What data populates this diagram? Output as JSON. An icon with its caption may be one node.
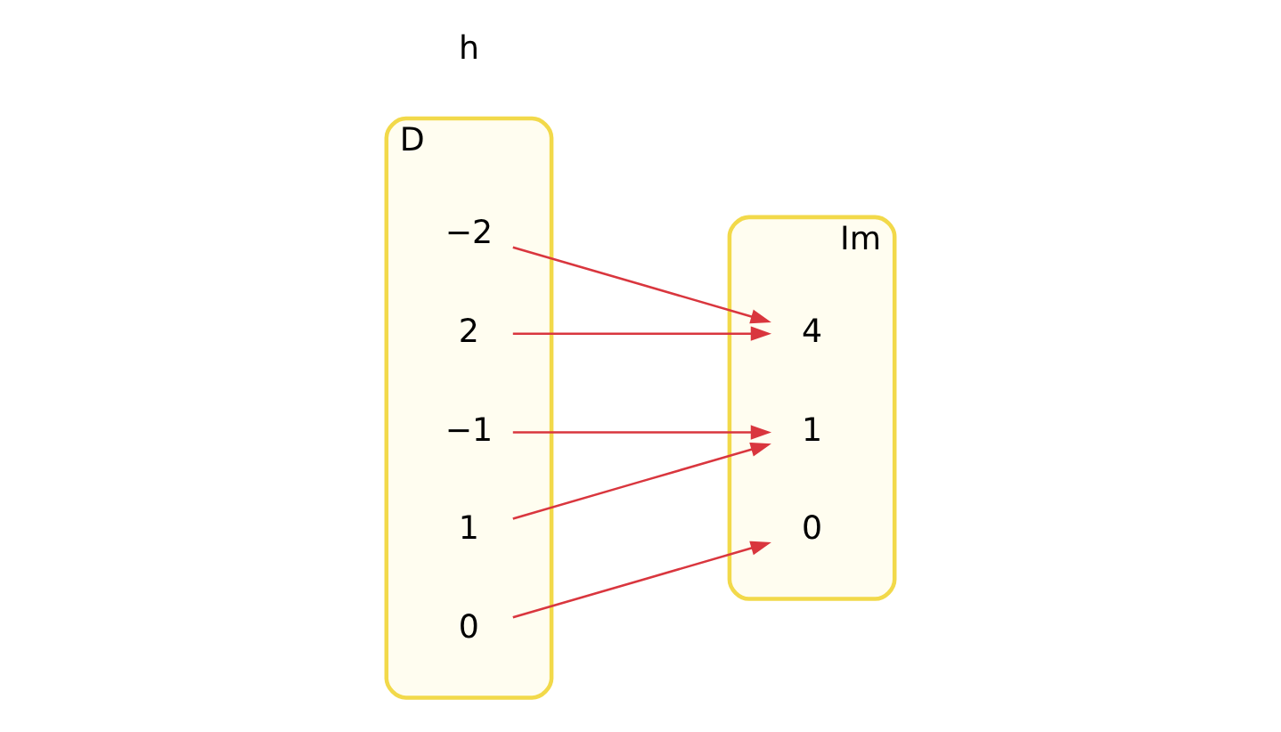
{
  "diagram": {
    "nodes": [
      {
        "text": [
          "D"
        ]
      },
      {
        "text": [
          "−2"
        ],
        "in": 0
      },
      {
        "text": [
          "2"
        ],
        "in": 0
      },
      {
        "text": [
          "−1"
        ],
        "in": 0
      },
      {
        "text": [
          "1"
        ],
        "in": 0
      },
      {
        "text": [
          "0"
        ],
        "in": 0
      },
      {
        "text": [
          "Im"
        ]
      },
      {
        "text": [
          "4"
        ],
        "in": 6
      },
      {
        "text": [
          "1"
        ],
        "in": 6
      },
      {
        "text": [
          "0"
        ],
        "in": 6
      }
    ],
    "edges": [
      {
        "from": 1,
        "to": 7,
        "arrow": "to"
      },
      {
        "from": 2,
        "to": 7,
        "arrow": "to"
      },
      {
        "from": 3,
        "to": 8,
        "arrow": "to"
      },
      {
        "from": 4,
        "to": 8,
        "arrow": "to"
      },
      {
        "from": 5,
        "to": 9,
        "arrow": "to"
      }
    ],
    "labels": [
      "h"
    ]
  }
}
